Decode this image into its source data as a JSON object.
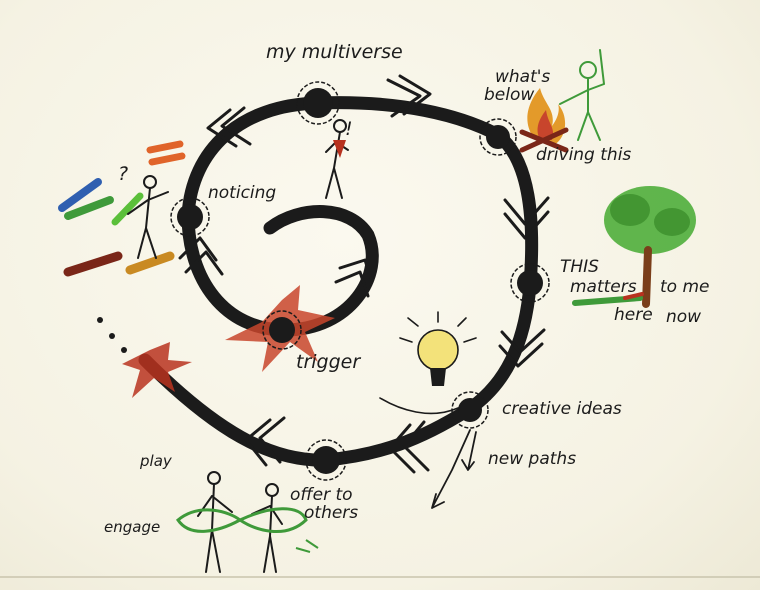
{
  "labels": {
    "my_multiverse": "my multiverse",
    "whats": "what's",
    "below": "below",
    "driving_this": "driving this",
    "noticing": "noticing",
    "this": "THIS",
    "matters": "matters",
    "to_me": "to me",
    "here": "here",
    "now": "now",
    "trigger": "trigger",
    "creative_ideas": "creative ideas",
    "new_paths": "new paths",
    "play": "play",
    "engage": "engage",
    "offer_to": "offer to",
    "others": "others",
    "question_mark": "?",
    "exclamation": "!"
  },
  "colors": {
    "ink": "#1b1b1b",
    "spiral": "#2a2a2a",
    "red": "#b8321f",
    "orange": "#e39a2a",
    "green": "#3f9a3a",
    "tree_green": "#4fae3b",
    "blue": "#2f5fb0",
    "yellow": "#f3e27a",
    "paper": "#f6f3e6"
  },
  "icons": [
    "fire-icon",
    "tree-icon",
    "lightbulb-icon",
    "stick-figure-icon",
    "color-scribble-icon",
    "splash-icon"
  ]
}
